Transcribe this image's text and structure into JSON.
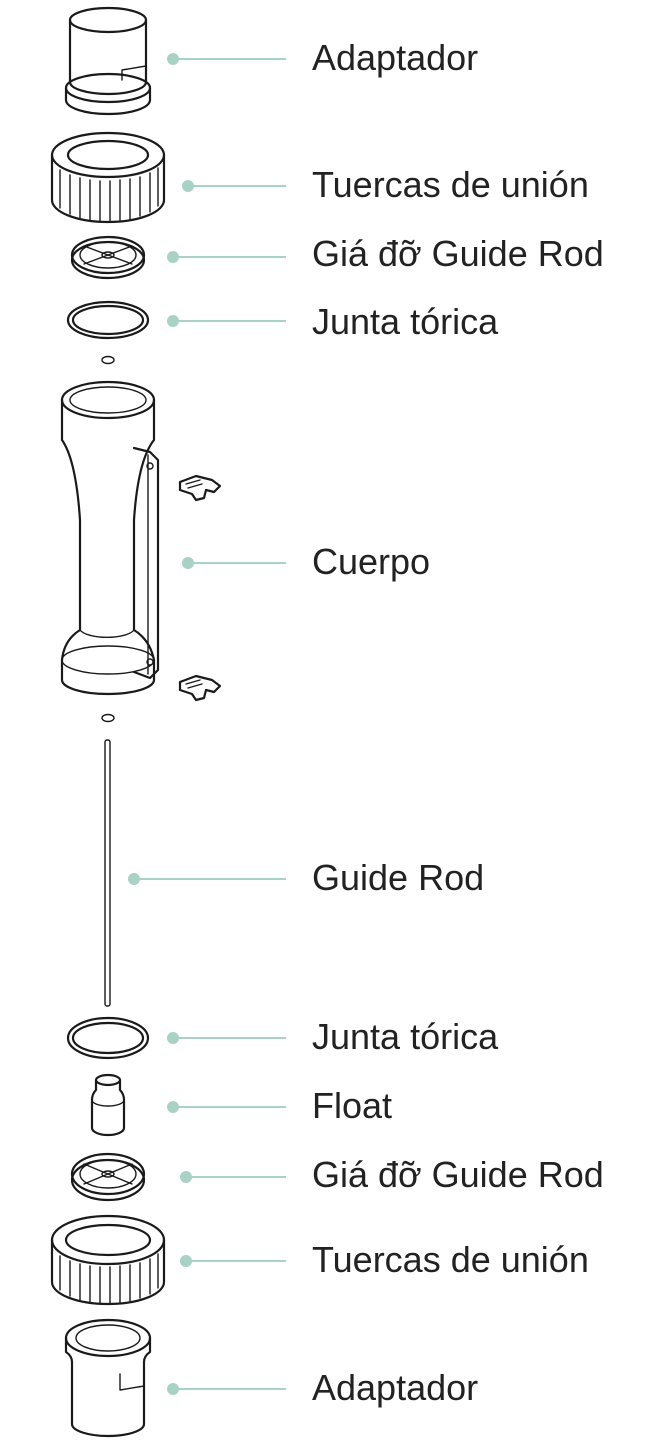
{
  "colors": {
    "leader": "#a9d2c6",
    "stroke": "#1a1a1a",
    "text": "#222222"
  },
  "labels": [
    {
      "text": "Adaptador"
    },
    {
      "text": "Tuercas de unión"
    },
    {
      "text": "Giá đỡ Guide Rod"
    },
    {
      "text": "Junta tórica"
    },
    {
      "text": "Cuerpo"
    },
    {
      "text": "Guide Rod"
    },
    {
      "text": "Junta tórica"
    },
    {
      "text": "Float"
    },
    {
      "text": "Giá đỡ Guide Rod"
    },
    {
      "text": "Tuercas de unión"
    },
    {
      "text": "Adaptador"
    }
  ]
}
